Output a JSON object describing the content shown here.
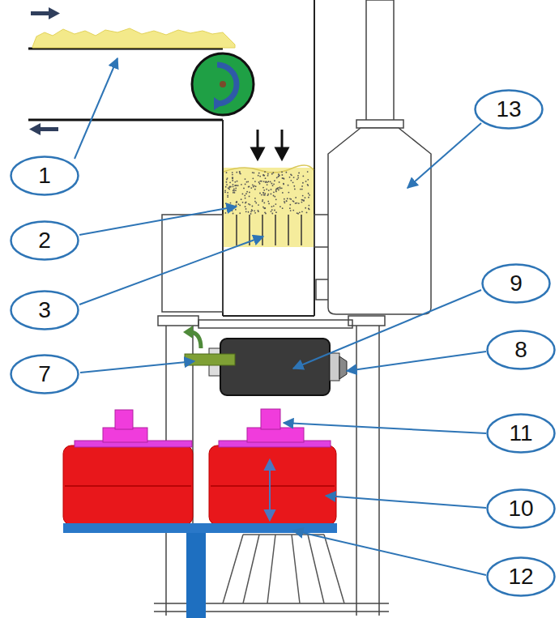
{
  "diagram": {
    "nodes": [
      {
        "text": [
          "13"
        ]
      },
      {
        "text": [
          "1"
        ]
      },
      {
        "text": [
          "2"
        ]
      },
      {
        "text": [
          "9"
        ]
      },
      {
        "text": [
          "3"
        ]
      },
      {
        "text": [
          "8"
        ]
      },
      {
        "text": [
          "7"
        ]
      },
      {
        "text": [
          "11"
        ]
      },
      {
        "text": [
          "10"
        ]
      },
      {
        "text": [
          "12"
        ]
      }
    ]
  }
}
